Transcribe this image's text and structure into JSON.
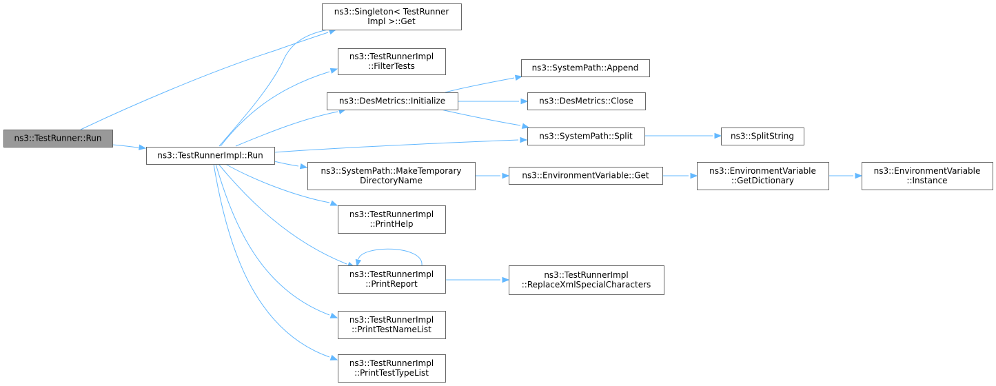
{
  "nodes": {
    "testrunner_run": [
      "ns3::TestRunner::Run"
    ],
    "testrunnerimpl_run": [
      "ns3::TestRunnerImpl::Run"
    ],
    "singleton_get": [
      "ns3::Singleton< TestRunner",
      "Impl >::Get"
    ],
    "filter_tests": [
      "ns3::TestRunnerImpl",
      "::FilterTests"
    ],
    "desmetrics_initialize": [
      "ns3::DesMetrics::Initialize"
    ],
    "systempath_append": [
      "ns3::SystemPath::Append"
    ],
    "desmetrics_close": [
      "ns3::DesMetrics::Close"
    ],
    "systempath_split": [
      "ns3::SystemPath::Split"
    ],
    "splitstring": [
      "ns3::SplitString"
    ],
    "make_temp_dir": [
      "ns3::SystemPath::MakeTemporary",
      "DirectoryName"
    ],
    "envvar_get": [
      "ns3::EnvironmentVariable::Get"
    ],
    "envvar_getdictionary": [
      "ns3::EnvironmentVariable",
      "::GetDictionary"
    ],
    "envvar_instance": [
      "ns3::EnvironmentVariable",
      "::Instance"
    ],
    "print_help": [
      "ns3::TestRunnerImpl",
      "::PrintHelp"
    ],
    "print_report": [
      "ns3::TestRunnerImpl",
      "::PrintReport"
    ],
    "replace_xml": [
      "ns3::TestRunnerImpl",
      "::ReplaceXmlSpecialCharacters"
    ],
    "print_test_name_list": [
      "ns3::TestRunnerImpl",
      "::PrintTestNameList"
    ],
    "print_test_type_list": [
      "ns3::TestRunnerImpl",
      "::PrintTestTypeList"
    ]
  },
  "edges": [
    [
      "testrunner_run",
      "singleton_get"
    ],
    [
      "testrunner_run",
      "testrunnerimpl_run"
    ],
    [
      "testrunnerimpl_run",
      "singleton_get"
    ],
    [
      "testrunnerimpl_run",
      "filter_tests"
    ],
    [
      "testrunnerimpl_run",
      "desmetrics_initialize"
    ],
    [
      "testrunnerimpl_run",
      "systempath_split"
    ],
    [
      "testrunnerimpl_run",
      "make_temp_dir"
    ],
    [
      "testrunnerimpl_run",
      "print_help"
    ],
    [
      "testrunnerimpl_run",
      "print_report"
    ],
    [
      "testrunnerimpl_run",
      "print_test_name_list"
    ],
    [
      "testrunnerimpl_run",
      "print_test_type_list"
    ],
    [
      "desmetrics_initialize",
      "systempath_append"
    ],
    [
      "desmetrics_initialize",
      "desmetrics_close"
    ],
    [
      "desmetrics_initialize",
      "systempath_split"
    ],
    [
      "systempath_split",
      "splitstring"
    ],
    [
      "make_temp_dir",
      "envvar_get"
    ],
    [
      "envvar_get",
      "envvar_getdictionary"
    ],
    [
      "envvar_getdictionary",
      "envvar_instance"
    ],
    [
      "print_report",
      "print_report"
    ],
    [
      "print_report",
      "replace_xml"
    ]
  ],
  "colors": {
    "edge": "#63b8ff",
    "node_border": "#666666",
    "root_fill": "#999999",
    "node_fill": "#ffffff"
  }
}
